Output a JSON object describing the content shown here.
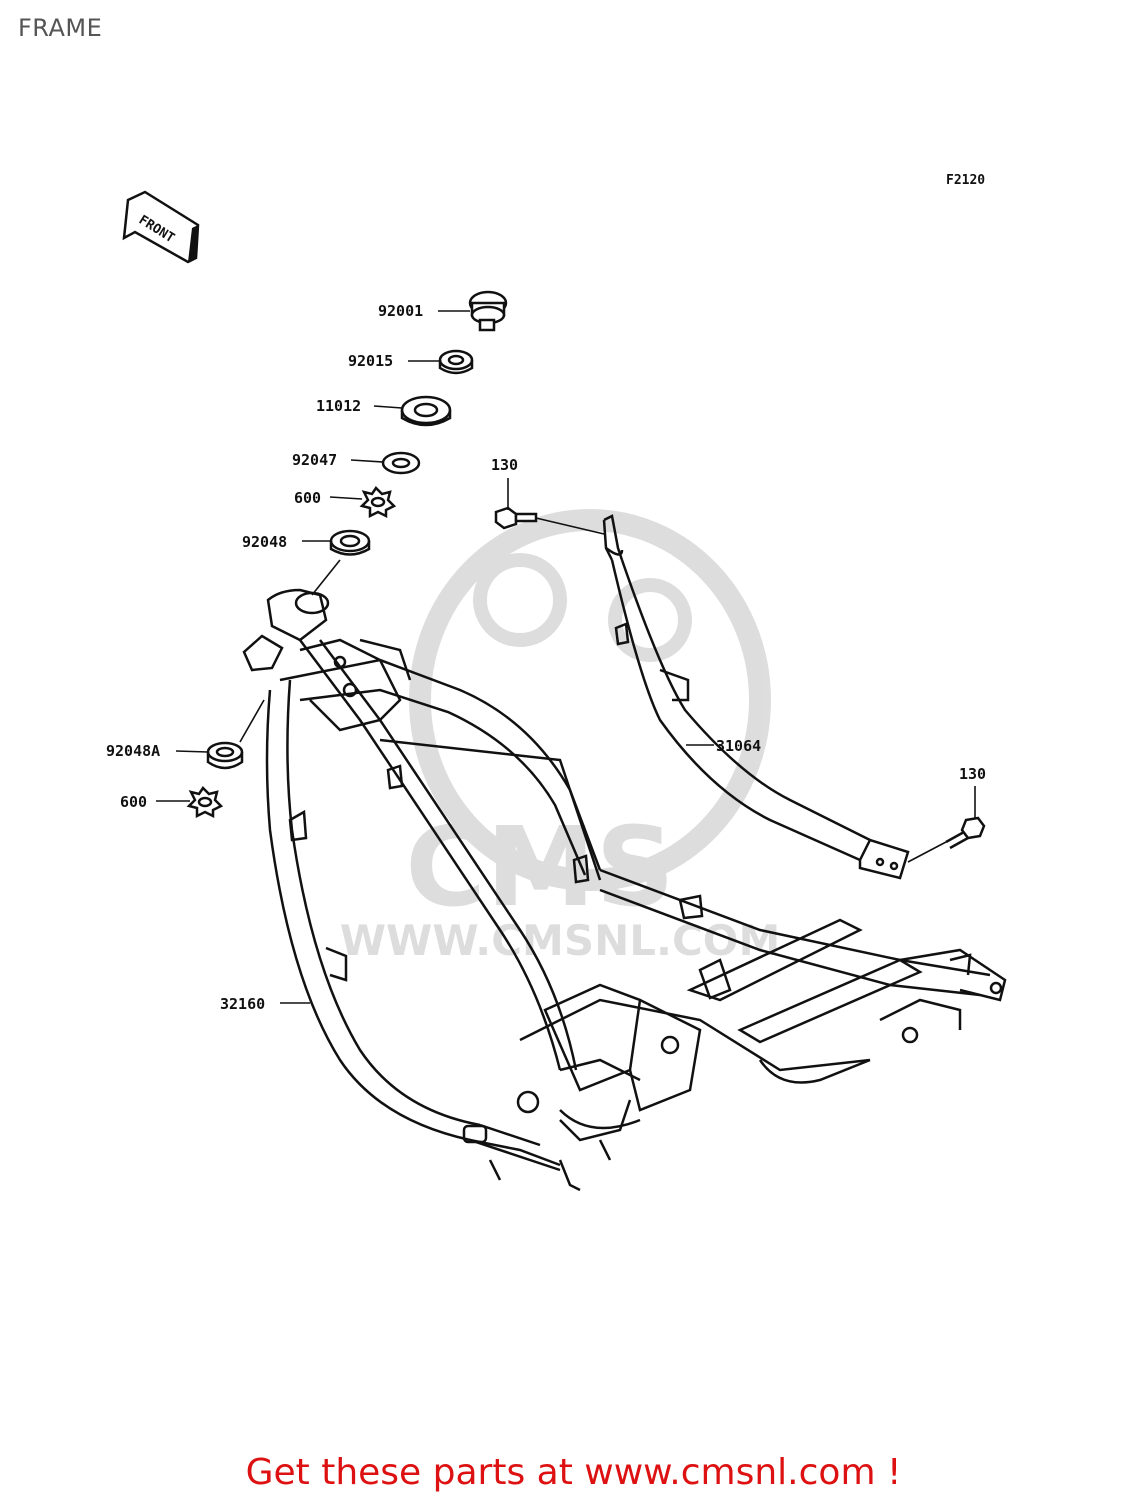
{
  "page": {
    "title": "FRAME",
    "figure_ref": "F2120",
    "front_label": "FRONT"
  },
  "watermark": {
    "logo_text": "CMS",
    "url_text": "WWW.CMSNL.COM"
  },
  "callouts": {
    "p92001": "92001",
    "p92015": "92015",
    "p11012": "11012",
    "p92047": "92047",
    "p600a": "600",
    "p92048": "92048",
    "p130a": "130",
    "p92048a": "92048A",
    "p600b": "600",
    "p31064": "31064",
    "p130b": "130",
    "p32160": "32160"
  },
  "footer": {
    "promo_text": "Get these parts at www.cmsnl.com !",
    "promo_color": "#dd1111"
  }
}
